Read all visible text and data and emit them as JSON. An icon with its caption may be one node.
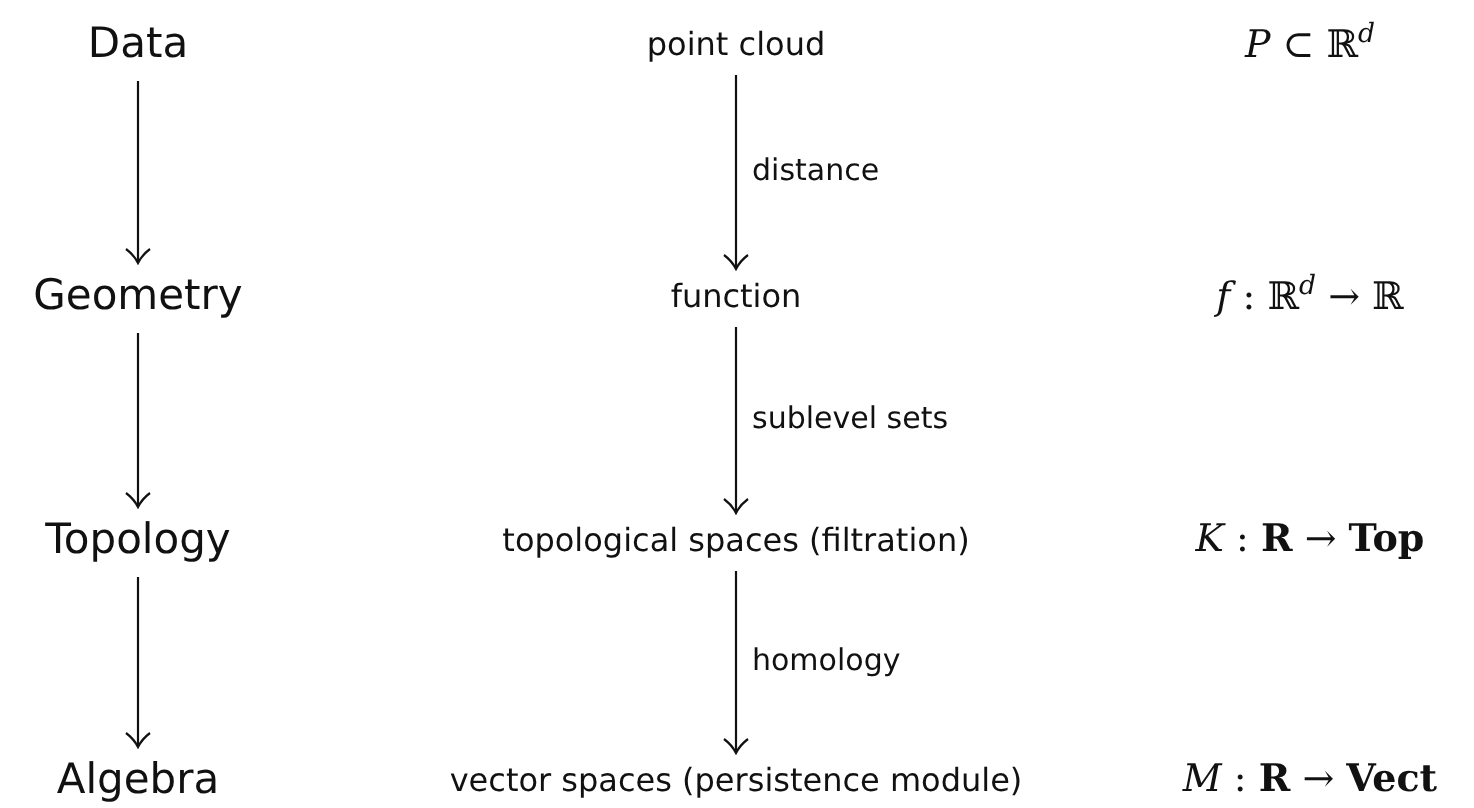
{
  "diagram": {
    "nodes": [
      {
        "text": [
          "Data"
        ]
      },
      {
        "text": [
          "Geometry"
        ]
      },
      {
        "text": [
          "Topology"
        ]
      },
      {
        "text": [
          "Algebra"
        ]
      },
      {
        "text": [
          "point cloud"
        ]
      },
      {
        "text": [
          "function"
        ]
      },
      {
        "text": [
          "topological spaces (filtration)"
        ]
      },
      {
        "text": [
          "vector spaces (persistence module)"
        ]
      }
    ],
    "edges": [
      {
        "from": 0,
        "to": 1,
        "arrow": "to"
      },
      {
        "from": 1,
        "to": 2,
        "arrow": "to"
      },
      {
        "from": 2,
        "to": 3,
        "arrow": "to"
      },
      {
        "from": 4,
        "to": 5,
        "arrow": "to",
        "label": "distance"
      },
      {
        "from": 5,
        "to": 6,
        "arrow": "to",
        "label": "sublevel sets"
      },
      {
        "from": 6,
        "to": 7,
        "arrow": "to",
        "label": "homology"
      }
    ],
    "labels": [
      "*P* ⊂ ℝ$^{d}$",
      "*f* : ℝ$^{d}$ → ℝ",
      "*K* : **R** → **Top**",
      "*M* : **R** → **Vect**"
    ]
  }
}
